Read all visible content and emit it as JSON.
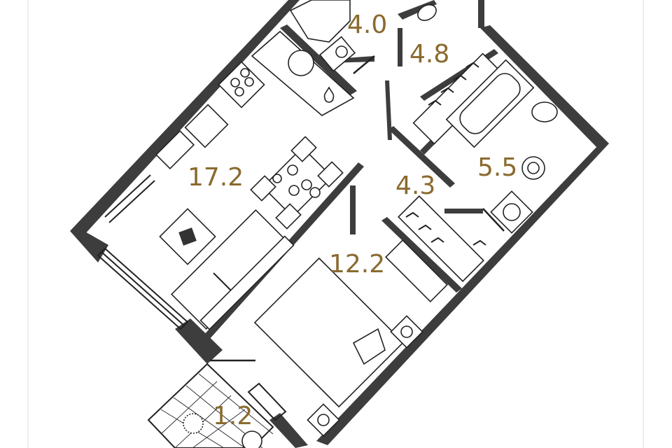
{
  "rooms": [
    {
      "id": "wc",
      "area": "4.0"
    },
    {
      "id": "hall-upper",
      "area": "4.8"
    },
    {
      "id": "kitchen-living",
      "area": "17.2"
    },
    {
      "id": "bathroom",
      "area": "5.5"
    },
    {
      "id": "hall",
      "area": "4.3"
    },
    {
      "id": "bedroom",
      "area": "12.2"
    },
    {
      "id": "balcony",
      "area": "1.2"
    }
  ],
  "colors": {
    "wall": "#3d3d3d",
    "line": "#222222",
    "label": "#8a6a2e",
    "frame": "#e6e6e6"
  }
}
